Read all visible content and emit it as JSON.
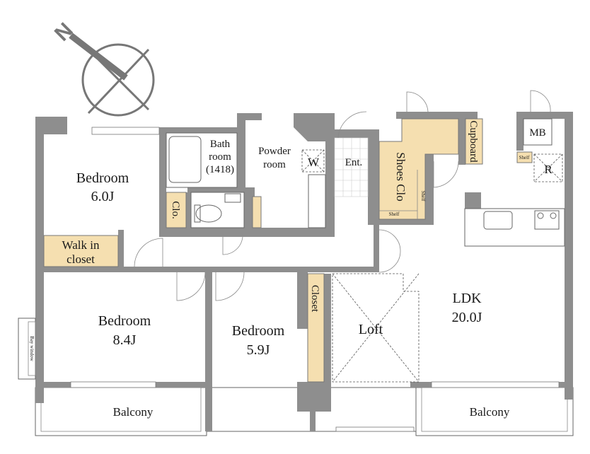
{
  "compass": {
    "north_label": "N"
  },
  "rooms": {
    "bedroom1": {
      "name": "Bedroom",
      "size": "6.0J"
    },
    "walk_in_closet": {
      "line1": "Walk in",
      "line2": "closet"
    },
    "bath": {
      "line1": "Bath",
      "line2": "room",
      "line3": "(1418)"
    },
    "clo": "Clo.",
    "powder": {
      "line1": "Powder",
      "line2": "room"
    },
    "washer": "W",
    "entrance": "Ent.",
    "shoes_clo": "Shoes Clo",
    "shoes_shelf_1": "Shelf",
    "shoes_shelf_2": "Shelf",
    "cupboard": "Cupboard",
    "mb": "MB",
    "kitchen_shelf": "Shelf",
    "refrigerator": "R",
    "bedroom2": {
      "name": "Bedroom",
      "size": "8.4J"
    },
    "bay_window": "Bay window",
    "bedroom3": {
      "name": "Bedroom",
      "size": "5.9J"
    },
    "closet": "Closet",
    "loft": "Loft",
    "ldk": {
      "name": "LDK",
      "size": "20.0J"
    },
    "balcony_left": "Balcony",
    "balcony_right": "Balcony"
  },
  "colors": {
    "wall": "#8e8e8e",
    "storage": "#f5dfb0"
  }
}
